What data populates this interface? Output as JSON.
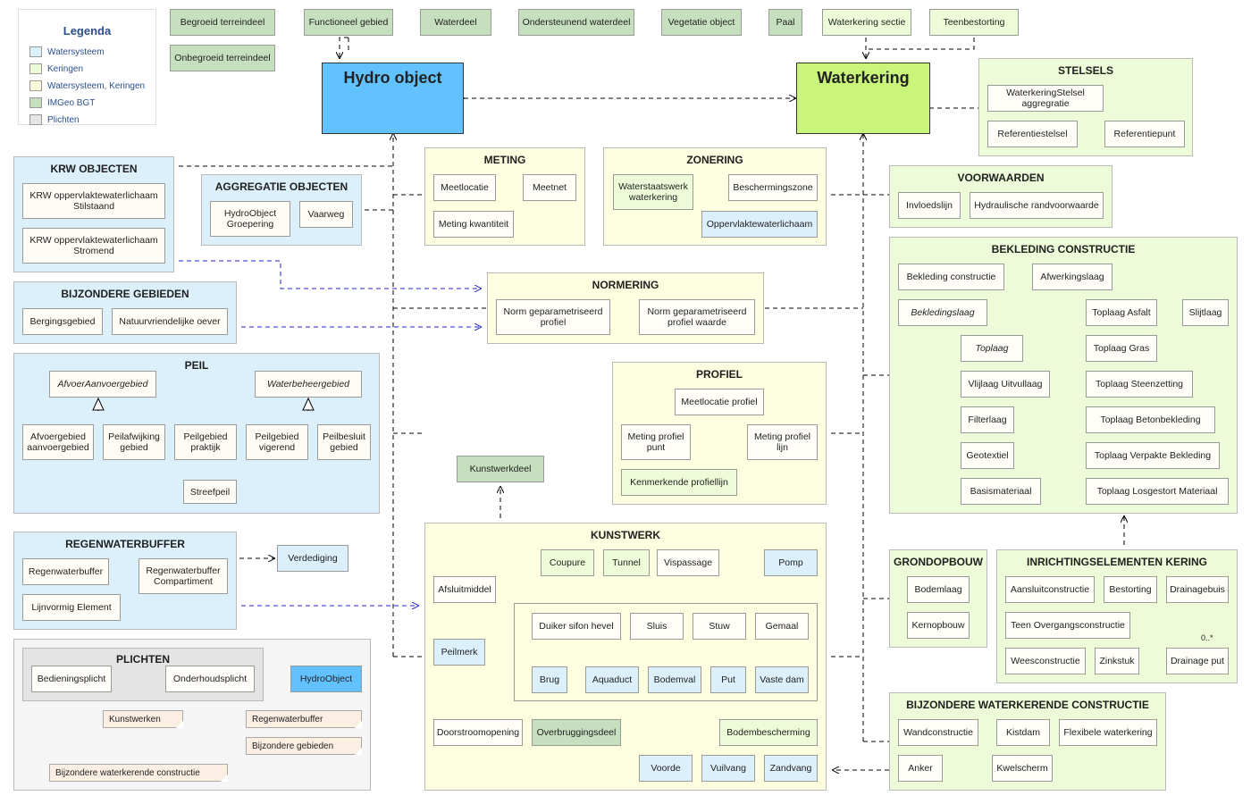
{
  "colors": {
    "watersysteem": "#dcf0fb",
    "keringen": "#eefbd8",
    "watersysteem_keringen": "#fdfde0",
    "imgeo_bgt": "#c6dfbf",
    "plichten": "#e4e4e4",
    "hydro_object": "#62c1ff",
    "waterkering": "#c8f57a",
    "inheritance_link": "#2020d0"
  },
  "legend": {
    "title": "Legenda",
    "items": [
      {
        "label": "Watersysteem"
      },
      {
        "label": "Keringen"
      },
      {
        "label": "Watersysteem, Keringen"
      },
      {
        "label": "IMGeo BGT"
      },
      {
        "label": "Plichten"
      }
    ]
  },
  "top_bgt": [
    "Begroeid terreindeel",
    "Functioneel gebied",
    "Waterdeel",
    "Ondersteunend waterdeel",
    "Vegetatie object",
    "Paal",
    "Onbegroeid terreindeel"
  ],
  "top_keringen": [
    "Waterkering sectie",
    "Teenbestorting"
  ],
  "hydro_object": "Hydro object",
  "waterkering": "Waterkering",
  "stelsels": {
    "title": "STELSELS",
    "items": [
      "WaterkeringStelsel aggregratie",
      "Referentiestelsel",
      "Referentiepunt"
    ]
  },
  "krw": {
    "title": "KRW OBJECTEN",
    "items": [
      "KRW oppervlaktewaterlichaam Stilstaand",
      "KRW oppervlaktewaterlichaam Stromend"
    ]
  },
  "aggregatie": {
    "title": "AGGREGATIE OBJECTEN",
    "items": [
      "HydroObject Groepering",
      "Vaarweg"
    ]
  },
  "meting": {
    "title": "METING",
    "items": [
      "Meetlocatie",
      "Meetnet",
      "Meting kwantiteit"
    ]
  },
  "zonering": {
    "title": "ZONERING",
    "items": [
      "Waterstaatswerk waterkering",
      "Beschermingszone",
      "Oppervlaktewaterlichaam"
    ]
  },
  "voorwaarden": {
    "title": "VOORWAARDEN",
    "items": [
      "Invloedslijn",
      "Hydraulische randvoorwaarde"
    ]
  },
  "bijzondere_gebieden": {
    "title": "BIJZONDERE GEBIEDEN",
    "items": [
      "Bergingsgebied",
      "Natuurvriendelijke oever"
    ]
  },
  "normering": {
    "title": "NORMERING",
    "items": [
      "Norm geparametriseerd profiel",
      "Norm geparametriseerd profiel waarde"
    ]
  },
  "bekleding": {
    "title": "BEKLEDING CONSTRUCTIE",
    "items": [
      "Bekleding constructie",
      "Afwerkingslaag",
      "Bekledingslaag",
      "Toplaag",
      "Vlijlaag Uitvullaag",
      "Filterlaag",
      "Geotextiel",
      "Basismateriaal",
      "Toplaag Asfalt",
      "Slijtlaag",
      "Toplaag Gras",
      "Toplaag Steenzetting",
      "Toplaag Betonbekleding",
      "Toplaag Verpakte Bekleding",
      "Toplaag Losgestort Materiaal"
    ]
  },
  "peil": {
    "title": "PEIL",
    "items": [
      "AfvoerAanvoergebied",
      "Waterbeheergebied",
      "Afvoergebied aanvoergebied",
      "Peilafwijking gebied",
      "Peilgebied praktijk",
      "Peilgebied vigerend",
      "Peilbesluit gebied",
      "Streefpeil"
    ]
  },
  "profiel": {
    "title": "PROFIEL",
    "items": [
      "Meetlocatie profiel",
      "Meting profiel punt",
      "Meting profiel lijn",
      "Kenmerkende profiellijn"
    ]
  },
  "kunstwerkdeel": "Kunstwerkdeel",
  "kunstwerk": {
    "title": "KUNSTWERK",
    "items": [
      "Coupure",
      "Tunnel",
      "Vispassage",
      "Pomp",
      "Afsluitmiddel",
      "Duiker sifon hevel",
      "Sluis",
      "Stuw",
      "Gemaal",
      "Peilmerk",
      "Brug",
      "Aquaduct",
      "Bodemval",
      "Put",
      "Vaste dam",
      "Doorstroomopening",
      "Overbruggingsdeel",
      "Bodembescherming",
      "Voorde",
      "Vuilvang",
      "Zandvang"
    ]
  },
  "regenwaterbuffer": {
    "title": "REGENWATERBUFFER",
    "items": [
      "Regenwaterbuffer",
      "Regenwaterbuffer Compartiment",
      "Lijnvormig Element"
    ]
  },
  "verdediging": "Verdediging",
  "plichten": {
    "title": "PLICHTEN",
    "items": [
      "Bedieningsplicht",
      "Onderhoudsplicht",
      "HydroObject"
    ],
    "tags": [
      "Kunstwerken",
      "Regenwaterbuffer",
      "Bijzondere gebieden",
      "Bijzondere waterkerende constructie"
    ]
  },
  "grondopbouw": {
    "title": "GRONDOPBOUW",
    "items": [
      "Bodemlaag",
      "Kernopbouw"
    ]
  },
  "inrichting": {
    "title": "INRICHTINGSELEMENTEN KERING",
    "items": [
      "Aansluitconstructie",
      "Bestorting",
      "Drainagebuis",
      "Teen Overgangsconstructie",
      "Weesconstructie",
      "Zinkstuk",
      "Drainage put"
    ],
    "multiplicity": "0..*"
  },
  "bwc": {
    "title": "BIJZONDERE WATERKERENDE CONSTRUCTIE",
    "items": [
      "Wandconstructie",
      "Kistdam",
      "Flexibele waterkering",
      "Anker",
      "Kwelscherm"
    ]
  }
}
